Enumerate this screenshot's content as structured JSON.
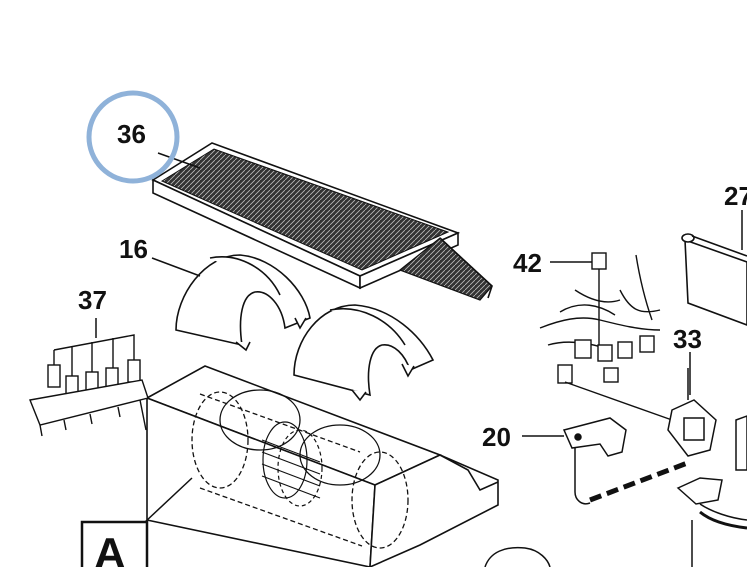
{
  "callouts": {
    "c36": "36",
    "c16": "16",
    "c37": "37",
    "c42": "42",
    "c27": "27",
    "c33": "33",
    "c20": "20",
    "cA": "A"
  },
  "colors": {
    "highlight_ring": "#8fb2d9",
    "line": "#111111"
  }
}
